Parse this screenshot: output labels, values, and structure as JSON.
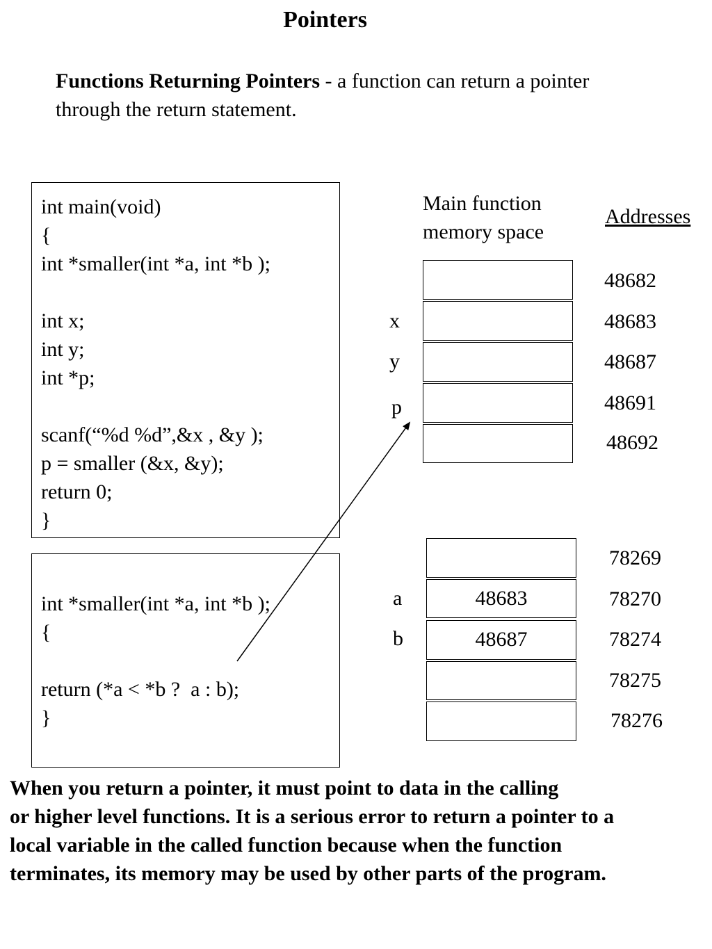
{
  "title": "Pointers",
  "intro": {
    "term": "Functions Returning Pointers",
    "dash": " - ",
    "text_line1": " a function can return a pointer",
    "text_line2": "through the return statement."
  },
  "main_code": [
    "int main(void)",
    "{",
    "int *smaller(int *a, int *b );",
    "",
    "int x;",
    "int y;",
    "int *p;",
    "",
    "scanf(“%d %d”,&x , &y );",
    "p = smaller (&x, &y);",
    "return 0;",
    "}"
  ],
  "smaller_code": [
    "",
    "int *smaller(int *a, int *b );",
    "{",
    "",
    "return (*a < *b ?  a : b);",
    "}"
  ],
  "main_memory": {
    "heading_line1": "Main function",
    "heading_line2": "memory space",
    "addresses_heading": "Addresses",
    "cells": [
      {
        "label": "",
        "value": "",
        "address": "48682"
      },
      {
        "label": "x",
        "value": "",
        "address": "48683"
      },
      {
        "label": "y",
        "value": "",
        "address": "48687"
      },
      {
        "label": "p",
        "value": "",
        "address": "48691"
      },
      {
        "label": "",
        "value": "",
        "address": "48692"
      }
    ]
  },
  "smaller_memory": {
    "cells": [
      {
        "label": "",
        "value": "",
        "address": "78269"
      },
      {
        "label": "a",
        "value": "48683",
        "address": "78270"
      },
      {
        "label": "b",
        "value": "48687",
        "address": "78274"
      },
      {
        "label": "",
        "value": "",
        "address": "78275"
      },
      {
        "label": "",
        "value": "",
        "address": "78276"
      }
    ]
  },
  "footer": [
    "When you return a pointer, it must point to data in the calling",
    "or higher level functions. It is a serious error to return a pointer to a",
    "local variable in the called function because when the function",
    "terminates, its memory may be used by other parts of the program."
  ]
}
